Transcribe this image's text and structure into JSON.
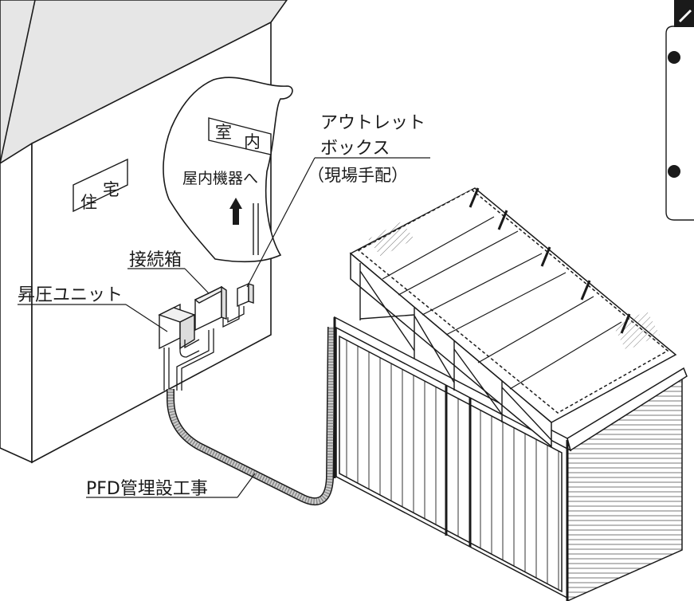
{
  "labels": {
    "house": [
      "住",
      "宅"
    ],
    "indoor": [
      "室",
      "内"
    ],
    "to_indoor_equipment": "屋内機器へ",
    "outlet_box_line1": "アウトレット",
    "outlet_box_line2": "ボックス",
    "outlet_box_note": "（現場手配）",
    "junction_box": "接続箱",
    "booster_unit": "昇圧ユニット",
    "pfd_pipe_work": "PFD管埋設工事"
  },
  "colors": {
    "line": "#1a1a1a",
    "wall_shade": "#e6e6e6",
    "conduit": "#bdbdbd",
    "arrow": "#1a1a1a"
  },
  "icons": {
    "note_corner": "note-icon",
    "bullets": [
      "bullet-icon",
      "bullet-icon"
    ],
    "up_arrow": "arrow-up-icon"
  }
}
